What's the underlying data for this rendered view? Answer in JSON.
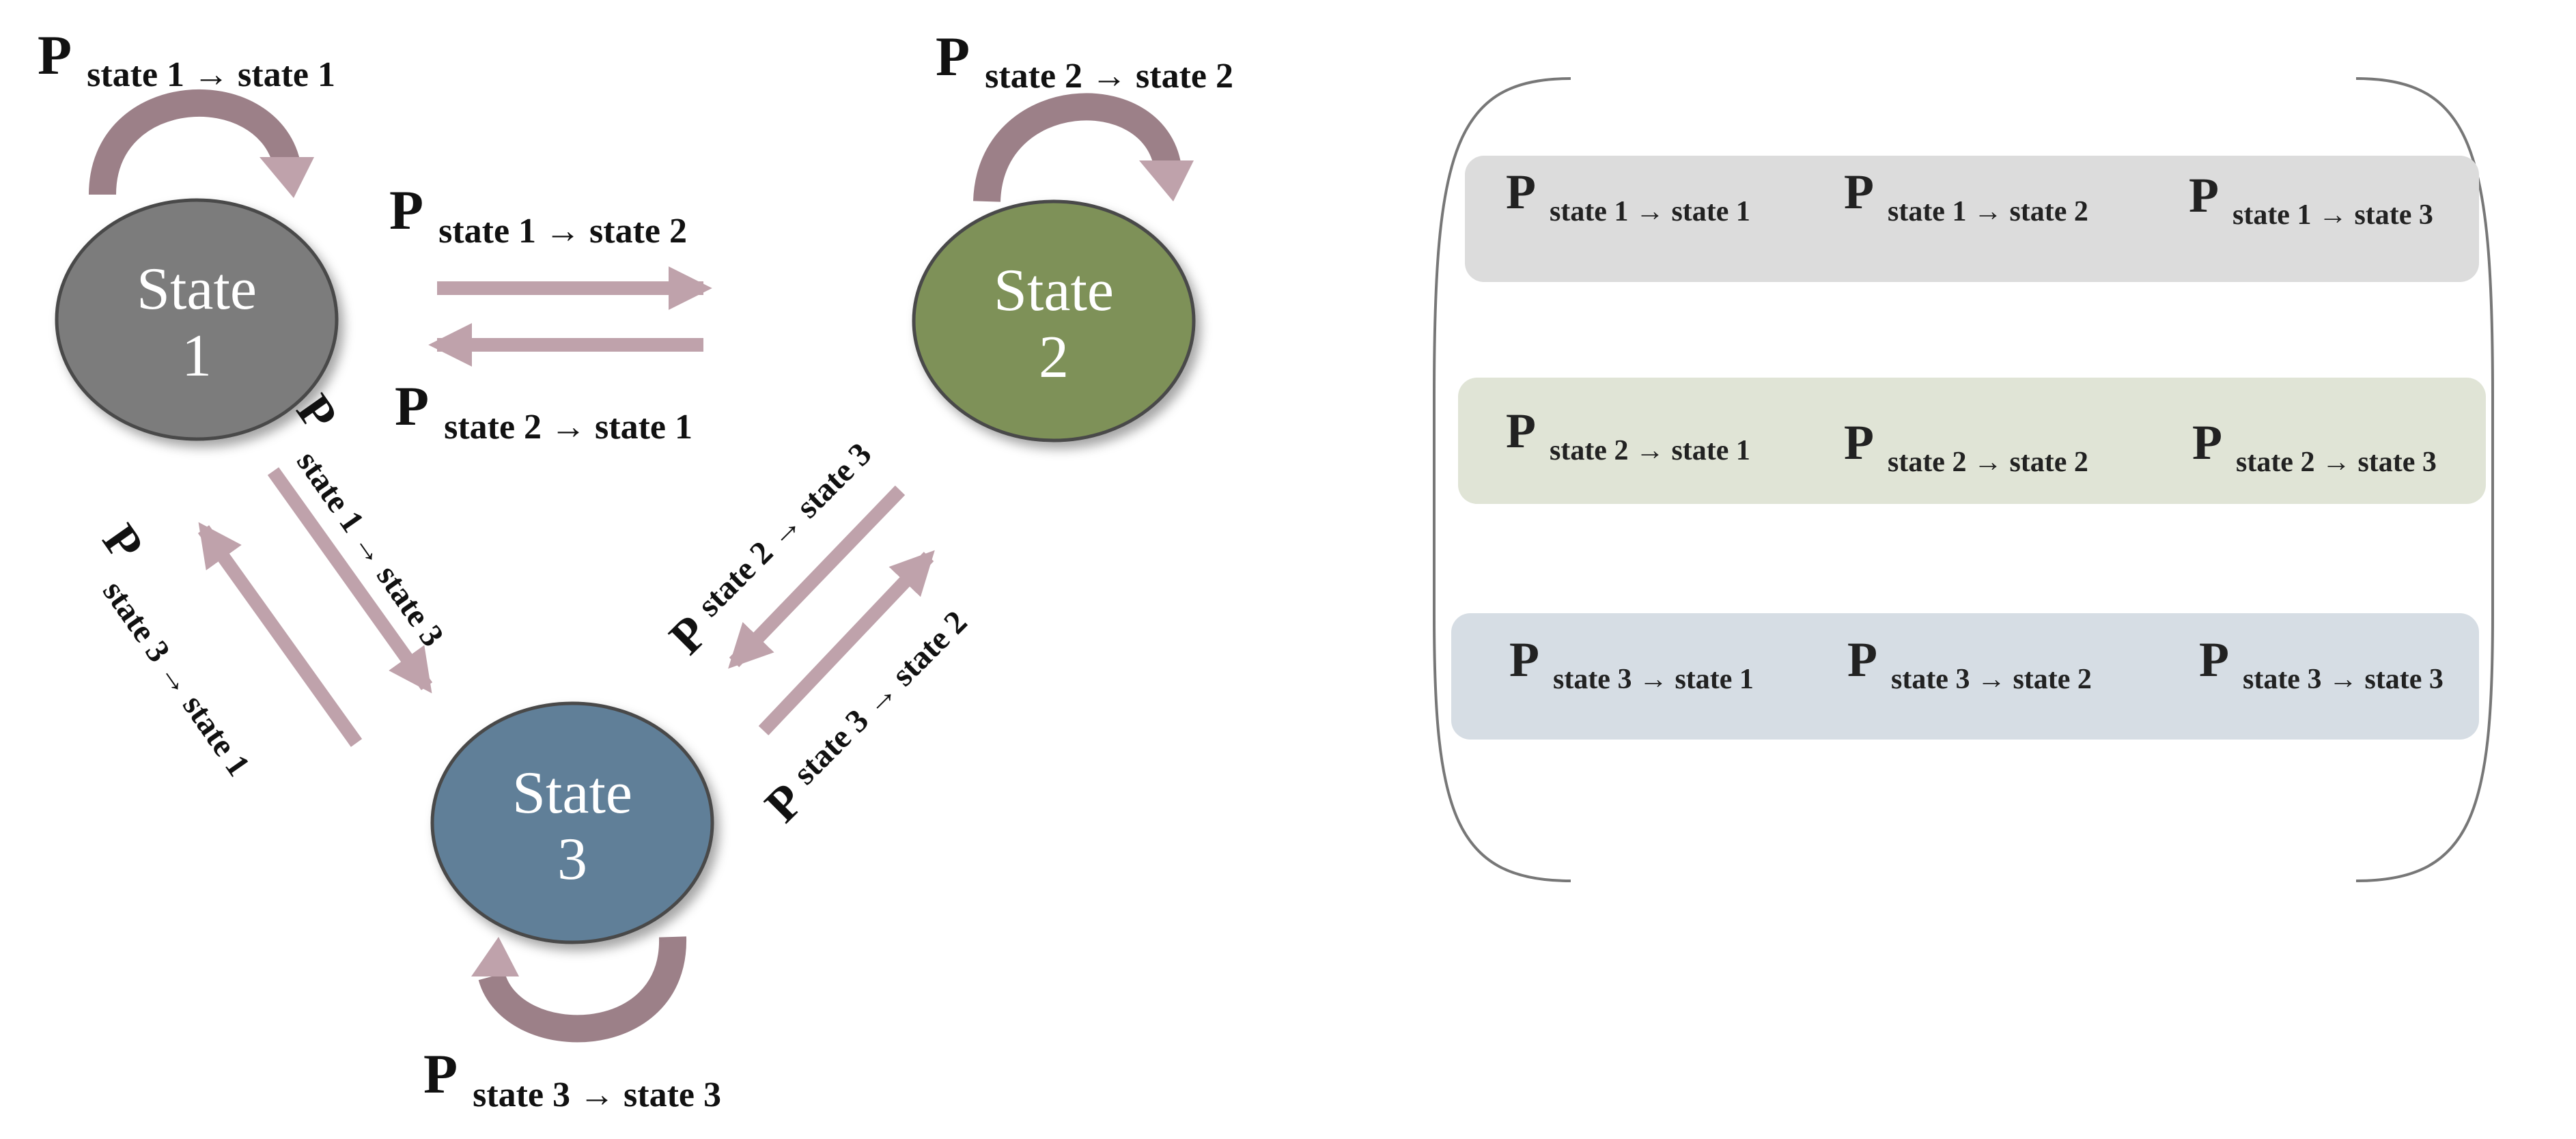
{
  "diagram": {
    "states": [
      {
        "id": "s1",
        "line1": "State",
        "line2": "1",
        "color": "#7b7b7b"
      },
      {
        "id": "s2",
        "line1": "State",
        "line2": "2",
        "color": "#7e9158"
      },
      {
        "id": "s3",
        "line1": "State",
        "line2": "3",
        "color": "#607f98"
      }
    ],
    "transitions": [
      {
        "id": "t11",
        "p": "P",
        "sub": "state 1 → state 1"
      },
      {
        "id": "t22",
        "p": "P",
        "sub": "state 2 → state 2"
      },
      {
        "id": "t12",
        "p": "P",
        "sub": "state 1 → state 2"
      },
      {
        "id": "t21",
        "p": "P",
        "sub": "state 2 → state 1"
      },
      {
        "id": "t13",
        "p": "P",
        "sub": "state 1 → state 3"
      },
      {
        "id": "t31",
        "p": "P",
        "sub": "state 3 → state 1"
      },
      {
        "id": "t23",
        "p": "P",
        "sub": "state 2 → state 3"
      },
      {
        "id": "t32",
        "p": "P",
        "sub": "state 3 → state 2"
      },
      {
        "id": "t33",
        "p": "P",
        "sub": "state 3 → state 3"
      }
    ],
    "arrow_color": "#bfa2ab",
    "loop_color": "#9c8088"
  },
  "matrix": {
    "rows": [
      {
        "color": "#dcdcdc",
        "cells": [
          {
            "p": "P",
            "sub": "state 1 → state 1"
          },
          {
            "p": "P",
            "sub": "state 1 → state 2"
          },
          {
            "p": "P",
            "sub": "state 1 → state 3"
          }
        ]
      },
      {
        "color": "#e0e4d6",
        "cells": [
          {
            "p": "P",
            "sub": "state 2 → state 1"
          },
          {
            "p": "P",
            "sub": "state 2 → state 2"
          },
          {
            "p": "P",
            "sub": "state 2 → state 3"
          }
        ]
      },
      {
        "color": "#d6dde4",
        "cells": [
          {
            "p": "P",
            "sub": "state 3 → state 1"
          },
          {
            "p": "P",
            "sub": "state 3 → state 2"
          },
          {
            "p": "P",
            "sub": "state 3 → state 3"
          }
        ]
      }
    ],
    "bracket_color": "#777777"
  }
}
